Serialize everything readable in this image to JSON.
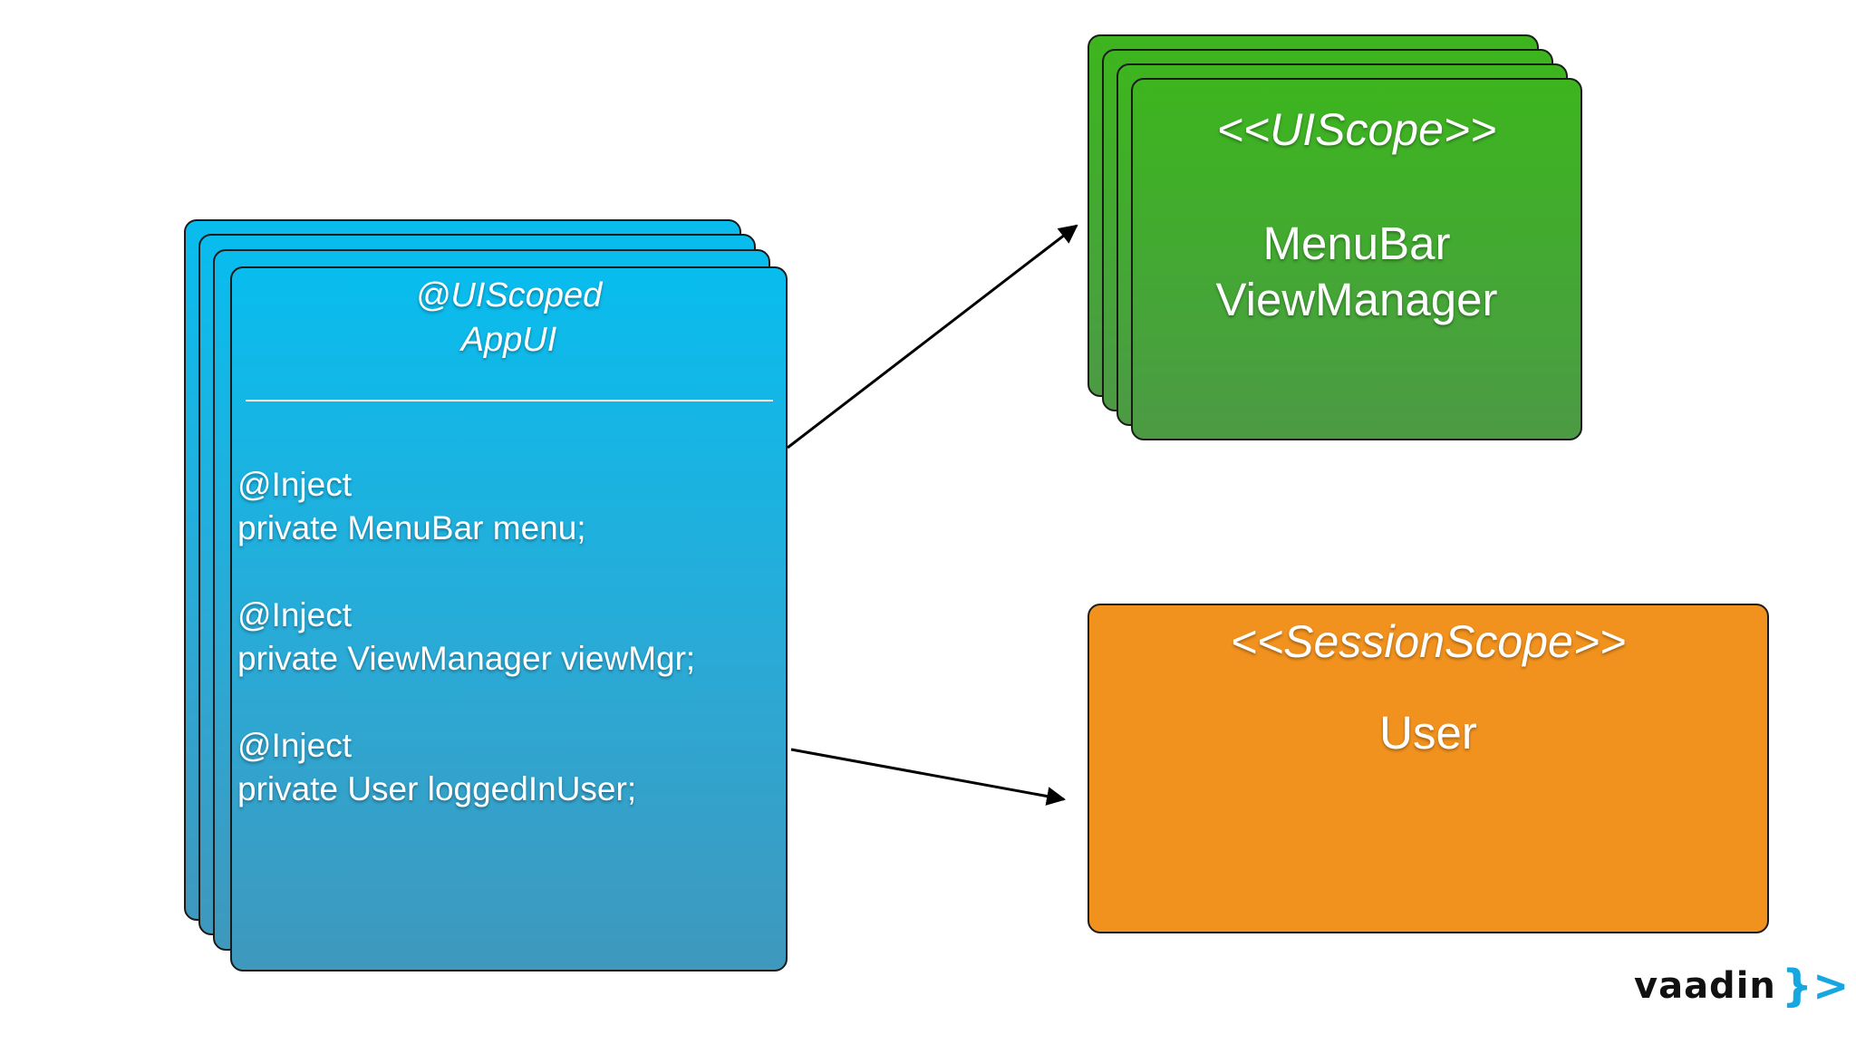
{
  "app_ui": {
    "annotation": "@UIScoped",
    "class_name": "AppUI",
    "fields": [
      {
        "annotation": "@Inject",
        "declaration": "private MenuBar menu;"
      },
      {
        "annotation": "@Inject",
        "declaration": "private ViewManager viewMgr;"
      },
      {
        "annotation": "@Inject",
        "declaration": "private User loggedInUser;"
      }
    ]
  },
  "ui_scope": {
    "stereotype": "<<UIScope>>",
    "beans": [
      "MenuBar",
      "ViewManager"
    ]
  },
  "session_scope": {
    "stereotype": "<<SessionScope>>",
    "bean": "User"
  },
  "brand": {
    "wordmark": "vaadin",
    "mark": "}>"
  },
  "colors": {
    "ui_scoped_card": "#08bdee",
    "ui_scope_card": "#3db51e",
    "session_scope_card": "#f2921e",
    "brand_mark": "#17a7e0"
  }
}
